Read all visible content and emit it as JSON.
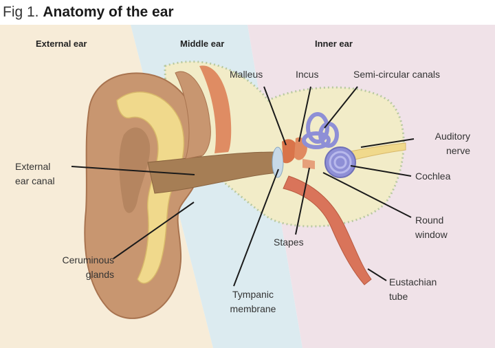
{
  "figure": {
    "number": "Fig 1.",
    "title": "Anatomy of the ear"
  },
  "regions": {
    "external": "External ear",
    "middle": "Middle ear",
    "inner": "Inner ear"
  },
  "labels": {
    "malleus": "Malleus",
    "incus": "Incus",
    "semicircular_canals": "Semi-circular canals",
    "auditory_nerve_1": "Auditory",
    "auditory_nerve_2": "nerve",
    "cochlea": "Cochlea",
    "round_window_1": "Round",
    "round_window_2": "window",
    "stapes": "Stapes",
    "eustachian_tube_1": "Eustachian",
    "eustachian_tube_2": "tube",
    "external_ear_canal_1": "External",
    "external_ear_canal_2": "ear canal",
    "ceruminous_glands_1": "Ceruminous",
    "ceruminous_glands_2": "glands",
    "tympanic_membrane_1": "Tympanic",
    "tympanic_membrane_2": "membrane"
  },
  "colors": {
    "external_bg": "#f7ecd8",
    "middle_bg": "#dcebf0",
    "inner_bg": "#f0e2e8",
    "skin": "#c89670",
    "skin_dark": "#a8734f",
    "cartilage": "#f0d98c",
    "bone": "#f2ecc8",
    "bone_dots": "#b8c9a0",
    "canal": "#a67e55",
    "ossicle": "#d9744a",
    "cochlea": "#8e8fd6",
    "tube": "#d9745a",
    "leader": "#1a1a1a"
  }
}
